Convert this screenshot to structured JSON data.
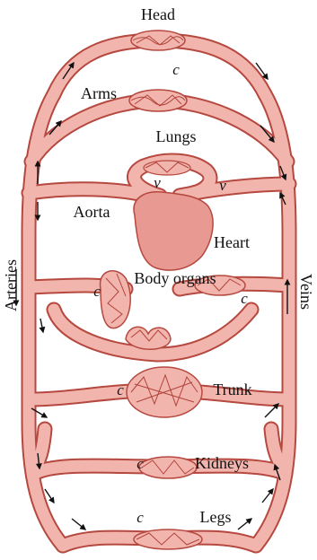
{
  "labels": {
    "head": "Head",
    "arms": "Arms",
    "lungs": "Lungs",
    "aorta": "Aorta",
    "heart": "Heart",
    "body_organs": "Body organs",
    "trunk": "Trunk",
    "kidneys": "Kidneys",
    "legs": "Legs",
    "arteries": "Arteries",
    "veins": "Veins",
    "capillary": "c",
    "valve": "v"
  },
  "colors": {
    "vessel_fill": "#f2b5ae",
    "vessel_outline": "#b5483f",
    "heart": "#e89a92",
    "capillary_mesh": "#b0433a",
    "arrow": "#111111"
  }
}
